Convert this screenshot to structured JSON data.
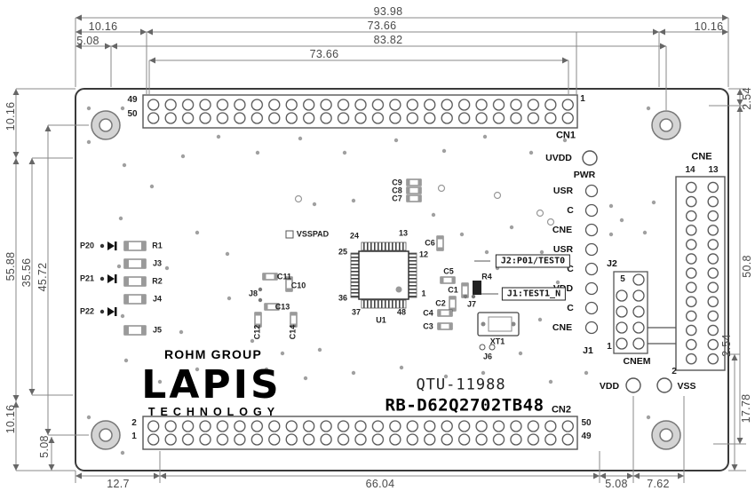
{
  "drawing": {
    "dims": {
      "top_total": "93.98",
      "top_left": "10.16",
      "top_mid": "73.66",
      "top_right": "10.16",
      "top2_left": "5.08",
      "top2_mid": "83.82",
      "top3": "73.66",
      "left_top": "10.16",
      "left_outer": "55.88",
      "left_mid": "35.56",
      "left_inner": "45.72",
      "left_bottom": "10.16",
      "left_bottom2": "5.08",
      "right_top": "2.54",
      "right_mid": "50.8",
      "right_low": "2.54",
      "right_bottom": "17.78",
      "bottom_left": "12.7",
      "bottom_mid": "66.04",
      "bottom_r1": "5.08",
      "bottom_r2": "7.62"
    },
    "cn1": {
      "label": "CN1",
      "pin49": "49",
      "pin50": "50",
      "pin1": "1"
    },
    "cn2": {
      "label": "CN2",
      "pin2": "2",
      "pin1": "1",
      "pin50": "50",
      "pin49": "49"
    },
    "cne": {
      "label": "CNE",
      "pin14": "14",
      "pin13": "13"
    },
    "headers": {
      "uvdd": "UVDD",
      "pwr": "PWR",
      "rows": [
        "USR",
        "C",
        "CNE",
        "USR",
        "C",
        "VDD",
        "C",
        "CNE"
      ],
      "j1": "J1",
      "j2": "J2",
      "j2_pin5": "5",
      "j2_pin1": "1",
      "cnem": "CNEM"
    },
    "power": {
      "vdd": "VDD",
      "vss": "VSS",
      "vss_pin2": "2"
    },
    "chip": {
      "ref": "U1",
      "vsspad": "VSSPAD",
      "pin24": "24",
      "pin13": "13",
      "pin25": "25",
      "pin12": "12",
      "pin36": "36",
      "pin37": "37",
      "pin1": "1",
      "pin48": "48"
    },
    "callouts": {
      "test0": "J2:P01/TEST0",
      "test1": "J1:TEST1_N"
    },
    "parts": {
      "p20": "P20",
      "p21": "P21",
      "p22": "P22",
      "r1": "R1",
      "r2": "R2",
      "r4": "R4",
      "j3": "J3",
      "j4": "J4",
      "j5": "J5",
      "j6": "J6",
      "j7": "J7",
      "j8": "J8",
      "c1": "C1",
      "c2": "C2",
      "c3": "C3",
      "c4": "C4",
      "c5": "C5",
      "c6": "C6",
      "c7": "C7",
      "c8": "C8",
      "c9": "C9",
      "c10": "C10",
      "c11": "C11",
      "c12": "C12",
      "c13": "C13",
      "c14": "C14",
      "xt1": "XT1"
    },
    "branding": {
      "rohm": "ROHM GROUP",
      "logo": "LAPIS",
      "tagline": "TECHNOLOGY",
      "model": "QTU-11988",
      "part_number": "RB-D62Q2702TB48"
    }
  }
}
